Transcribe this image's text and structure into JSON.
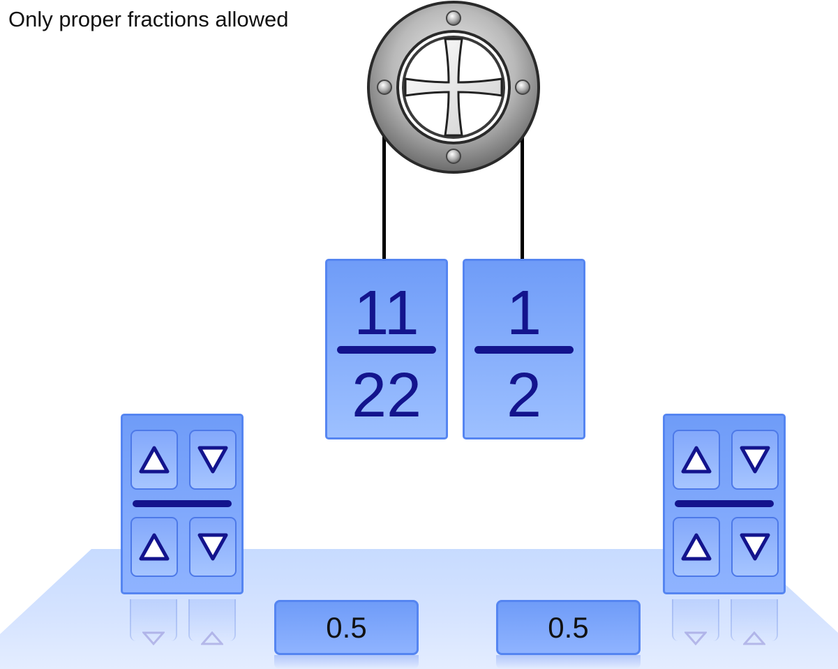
{
  "notice": "Only proper fractions allowed",
  "colors": {
    "card_border": "#5585f1",
    "card_top": "#6f9cf8",
    "card_bottom": "#9dc0ff",
    "digit": "#13148d",
    "floor": "#d5e3ff"
  },
  "fractions": {
    "left": {
      "numerator": "11",
      "denominator": "22"
    },
    "right": {
      "numerator": "1",
      "denominator": "2"
    }
  },
  "controls": {
    "left": {
      "numerator": {
        "up_icon": "triangle-up-icon",
        "down_icon": "triangle-down-icon"
      },
      "denominator": {
        "up_icon": "triangle-up-icon",
        "down_icon": "triangle-down-icon"
      }
    },
    "right": {
      "numerator": {
        "up_icon": "triangle-up-icon",
        "down_icon": "triangle-down-icon"
      },
      "denominator": {
        "up_icon": "triangle-up-icon",
        "down_icon": "triangle-down-icon"
      }
    }
  },
  "decimals": {
    "left": "0.5",
    "right": "0.5"
  },
  "pulley_icon": "pulley-wheel-icon"
}
